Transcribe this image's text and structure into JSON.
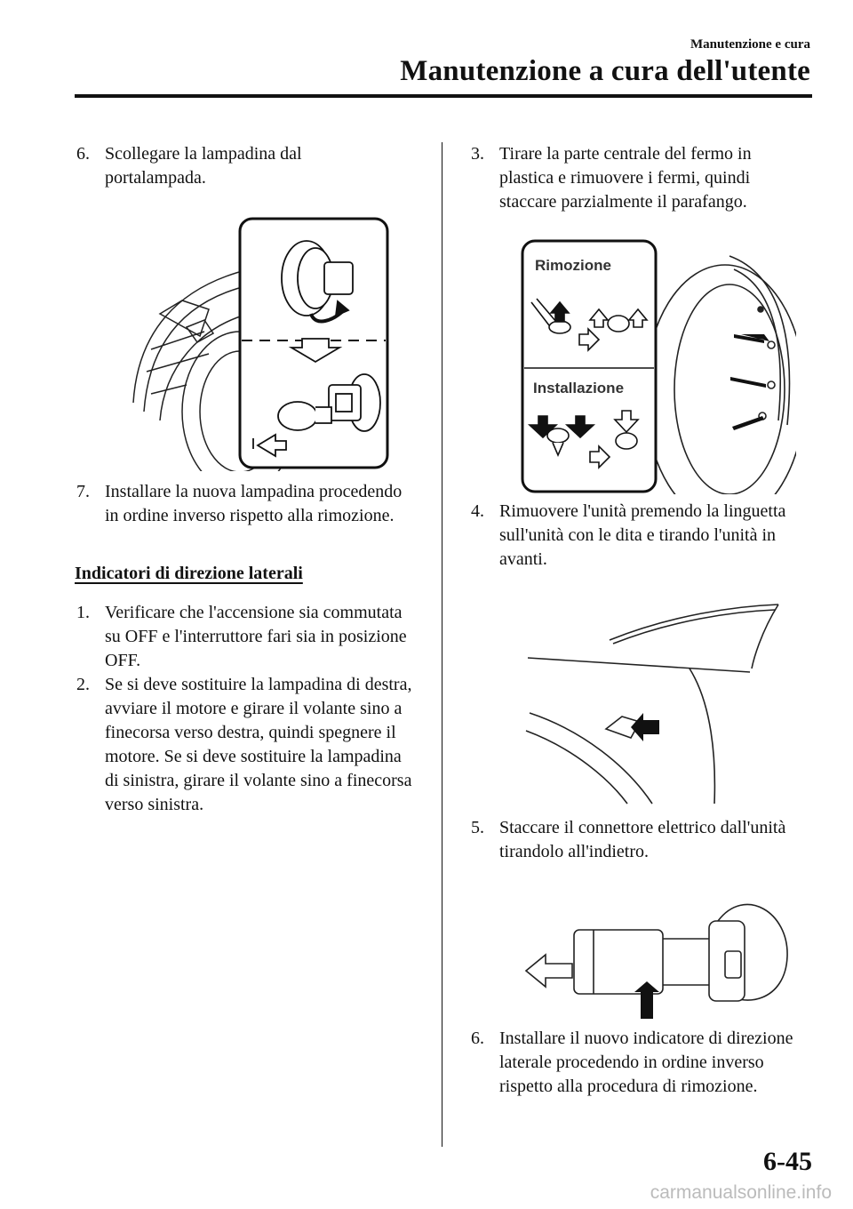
{
  "header": {
    "section": "Manutenzione e cura",
    "title": "Manutenzione a cura dell'utente"
  },
  "left": {
    "step6": {
      "num": "6.",
      "text": "Scollegare la lampadina dal portalampada."
    },
    "step7": {
      "num": "7.",
      "text": "Installare la nuova lampadina procedendo in ordine inverso rispetto alla rimozione."
    },
    "subheading": "Indicatori di direzione laterali",
    "step1": {
      "num": "1.",
      "text": "Verificare che l'accensione sia commutata su OFF e l'interruttore fari sia in posizione OFF."
    },
    "step2": {
      "num": "2.",
      "text": "Se si deve sostituire la lampadina di destra, avviare il motore e girare il volante sino a finecorsa verso destra, quindi spegnere il motore. Se si deve sostituire la lampadina di sinistra, girare il volante sino a finecorsa verso sinistra."
    }
  },
  "right": {
    "step3": {
      "num": "3.",
      "text": "Tirare la parte centrale del fermo in plastica e rimuovere i fermi, quindi staccare parzialmente il parafango."
    },
    "fig_labels": {
      "removal": "Rimozione",
      "install": "Installazione"
    },
    "step4": {
      "num": "4.",
      "text": "Rimuovere l'unità premendo la linguetta sull'unità con le dita e tirando l'unità in avanti."
    },
    "step5": {
      "num": "5.",
      "text": "Staccare il connettore elettrico dall'unità tirandolo all'indietro."
    },
    "step6": {
      "num": "6.",
      "text": "Installare il nuovo indicatore di direzione laterale procedendo in ordine inverso rispetto alla procedura di rimozione."
    }
  },
  "page_number": "6-45",
  "footer": "carmanualsonline.info"
}
